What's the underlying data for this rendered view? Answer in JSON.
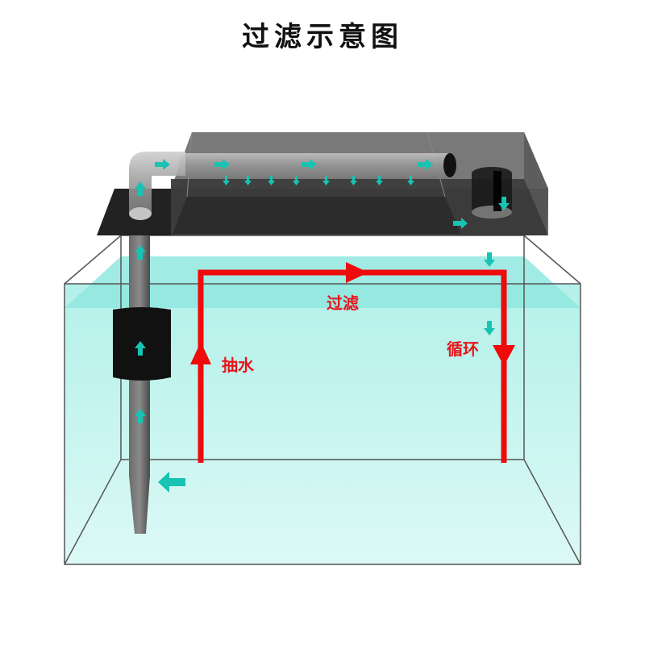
{
  "title": "过滤示意图",
  "labels": {
    "filter": "过滤",
    "circulate": "循环",
    "pump": "抽水"
  },
  "colors": {
    "water": "#b9f2ec",
    "water_surface": "#8fe8df",
    "flow_arrow": "#18c3b4",
    "circuit": "#ee0b0b",
    "filter_box": "#3a3a3a",
    "pipe": "#555555"
  }
}
